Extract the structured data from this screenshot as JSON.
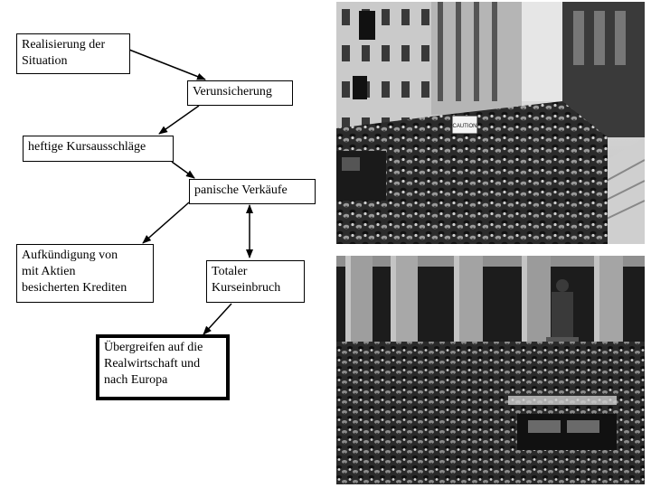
{
  "nodes": {
    "situation": "Realisierung der\nSituation",
    "uncertainty": "Verunsicherung",
    "swings": "heftige Kursausschläge",
    "panic": "panische Verkäufe",
    "loans": "Aufkündigung von\nmit Aktien\nbesicherten Krediten",
    "collapse": "Totaler\nKurseinbruch",
    "spread": "Übergreifen auf die\nRealwirtschaft und\nnach Europa"
  },
  "photos": {
    "top": {
      "sign_text": "CAUTION"
    }
  },
  "colors": {
    "stroke": "#000000",
    "photo_dark": "#1a1a1a",
    "photo_light": "#d8d8d8"
  }
}
